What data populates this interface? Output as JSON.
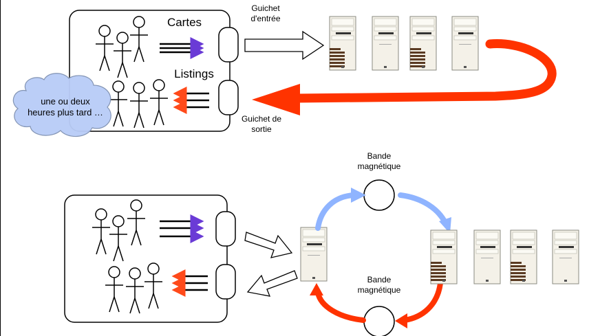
{
  "top": {
    "cards_label": "Cartes",
    "listings_label": "Listings",
    "input_window_line1": "Guichet",
    "input_window_line2": "d'entrée",
    "output_window_line1": "Guichet de",
    "output_window_line2": "sortie",
    "cloud_line1": "une ou deux",
    "cloud_line2": "heures plus tard …"
  },
  "bottom": {
    "tape_top_line1": "Bande",
    "tape_top_line2": "magnétique",
    "tape_bottom_line1": "Bande",
    "tape_bottom_line2": "magnétique"
  },
  "colors": {
    "red": "#ff3300",
    "blue_arrow": "#8fb4ff",
    "purple_arrow": "#6a3bd6",
    "orange_arrow": "#ff4a1a",
    "outline": "#000000"
  },
  "icons": [
    "stick-figure-icon",
    "computer-tower-icon",
    "cloud-icon",
    "magnetic-tape-icon"
  ]
}
